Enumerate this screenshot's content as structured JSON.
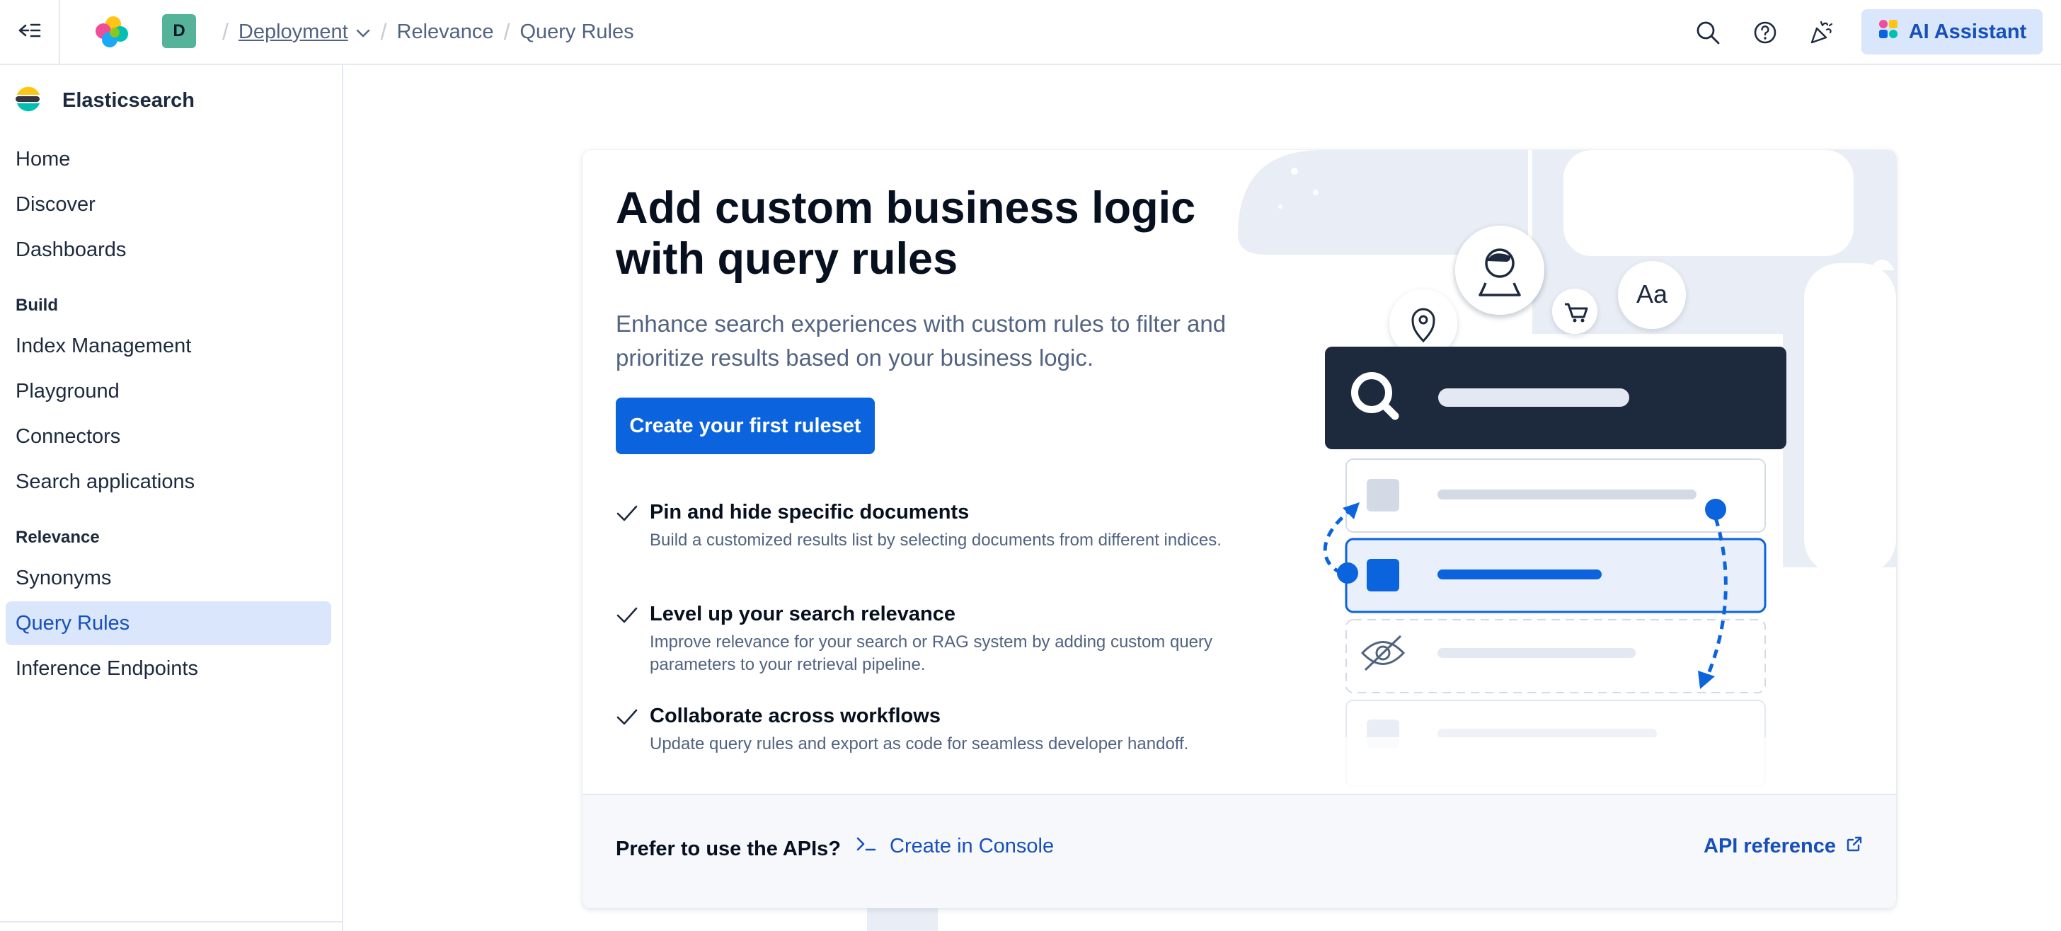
{
  "header": {
    "deployment_initial": "D",
    "breadcrumbs": [
      "Deployment",
      "Relevance",
      "Query Rules"
    ],
    "ai_assistant_label": "AI Assistant"
  },
  "sidebar": {
    "brand": "Elasticsearch",
    "items_top": [
      "Home",
      "Discover",
      "Dashboards"
    ],
    "section_build": "Build",
    "items_build": [
      "Index Management",
      "Playground",
      "Connectors",
      "Search applications"
    ],
    "section_relevance": "Relevance",
    "items_relevance": [
      "Synonyms",
      "Query Rules",
      "Inference Endpoints"
    ],
    "active_item": "Query Rules"
  },
  "card": {
    "title": "Add custom business logic with query rules",
    "subtitle": "Enhance search experiences with custom rules to filter and prioritize results based on your business logic.",
    "cta_label": "Create your first ruleset",
    "features": [
      {
        "title": "Pin and hide specific documents",
        "desc": "Build a customized results list by selecting documents from different indices."
      },
      {
        "title": "Level up your search relevance",
        "desc": "Improve relevance for your search or RAG system by adding custom query parameters to your retrieval pipeline."
      },
      {
        "title": "Collaborate across workflows",
        "desc": "Update query rules and export as code for seamless developer handoff."
      }
    ],
    "illustration_text": "Aa"
  },
  "footer": {
    "label": "Prefer to use the APIs?",
    "console_link": "Create in Console",
    "api_reference": "API reference"
  },
  "colors": {
    "primary": "#0b64dd",
    "link": "#1750ba",
    "active_bg": "#d9e6fb",
    "deployment_badge": "#54b399"
  },
  "icons": [
    "menu-collapse-icon",
    "elastic-logo-icon",
    "chevron-down-icon",
    "search-icon",
    "help-icon",
    "celebration-icon",
    "ai-assistant-logo-icon",
    "elasticsearch-logo-icon",
    "check-icon",
    "console-icon",
    "external-link-icon"
  ]
}
